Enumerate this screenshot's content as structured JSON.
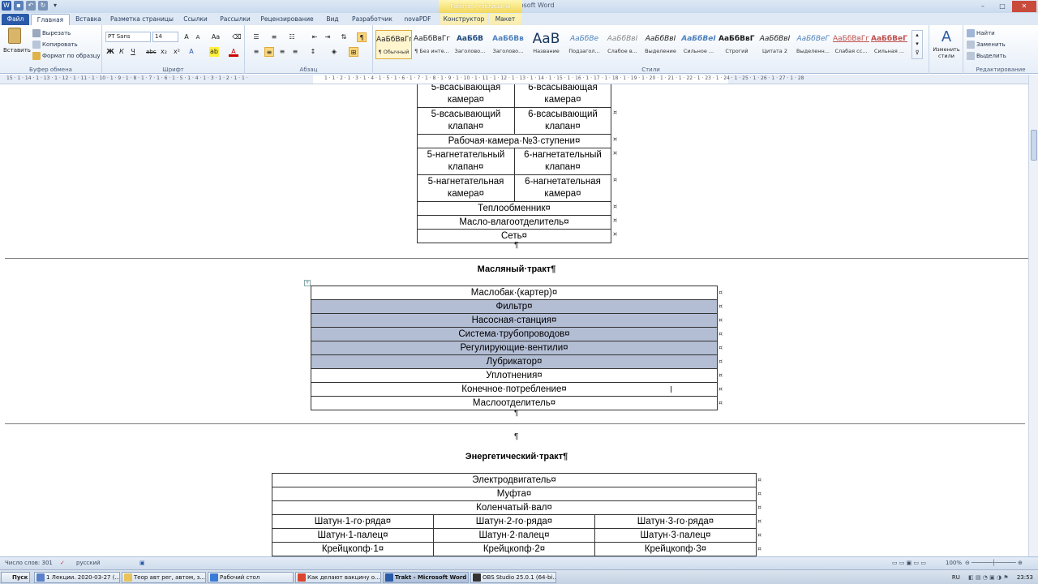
{
  "window": {
    "title": "Trakt - Microsoft Word",
    "context_tab_group": "Работа с таблицами",
    "buttons": [
      "–",
      "□",
      "✕"
    ]
  },
  "tabs": [
    {
      "label": "Файл"
    },
    {
      "label": "Главная"
    },
    {
      "label": "Вставка"
    },
    {
      "label": "Разметка страницы"
    },
    {
      "label": "Ссылки"
    },
    {
      "label": "Рассылки"
    },
    {
      "label": "Рецензирование"
    },
    {
      "label": "Вид"
    },
    {
      "label": "Разработчик"
    },
    {
      "label": "novaPDF"
    },
    {
      "label": "Конструктор"
    },
    {
      "label": "Макет"
    }
  ],
  "ribbon": {
    "clipboard": {
      "paste": "Вставить",
      "cut": "Вырезать",
      "copy": "Копировать",
      "format_painter": "Формат по образцу",
      "group": "Буфер обмена"
    },
    "font": {
      "name": "PT Sans",
      "size": "14",
      "group": "Шрифт"
    },
    "paragraph": {
      "group": "Абзац"
    },
    "styles": {
      "group": "Стили",
      "items": [
        {
          "sample": "АаБбВвГг,",
          "name": "¶ Обычный"
        },
        {
          "sample": "АаБбВвГг,",
          "name": "¶ Без инте..."
        },
        {
          "sample": "АаБбВ",
          "name": "Заголово..."
        },
        {
          "sample": "АаБбВв",
          "name": "Заголово..."
        },
        {
          "sample": "АаВ",
          "name": "Название"
        },
        {
          "sample": "АаБбВе",
          "name": "Подзагол..."
        },
        {
          "sample": "АаБбВвІ",
          "name": "Слабое в..."
        },
        {
          "sample": "АаБбВвІ",
          "name": "Выделение"
        },
        {
          "sample": "АаБбВеІ",
          "name": "Сильное ..."
        },
        {
          "sample": "АаБбВвГ,",
          "name": "Строгий"
        },
        {
          "sample": "АаБбВвІ",
          "name": "Цитата 2"
        },
        {
          "sample": "АаБбВеГ",
          "name": "Выделенн..."
        },
        {
          "sample": "АаБбВвГг",
          "name": "Слабая сс..."
        },
        {
          "sample": "АаБбВеГ,",
          "name": "Сильная ..."
        }
      ],
      "change_styles": "Изменить стили"
    },
    "editing": {
      "find": "Найти",
      "replace": "Заменить",
      "select": "Выделить",
      "group": "Редактирование"
    }
  },
  "document": {
    "top_table": {
      "rows": [
        [
          "5-всасывающая камера¤",
          "6-всасывающая камера¤"
        ],
        [
          "5-всасывающий клапан¤",
          "6-всасывающий клапан¤"
        ],
        [
          "Рабочая·камера·№3·ступени¤"
        ],
        [
          "5-нагнетательный клапан¤",
          "6-нагнетательный клапан¤"
        ],
        [
          "5-нагнетательная камера¤",
          "6-нагнетательная камера¤"
        ],
        [
          "Теплообменник¤"
        ],
        [
          "Масло-влагоотделитель¤"
        ],
        [
          "Сеть¤"
        ]
      ]
    },
    "oil_heading": "Масляный·тракт¶",
    "oil_table": {
      "rows": [
        {
          "text": "Маслобак·(картер)¤",
          "selected": false
        },
        {
          "text": "Фильтр¤",
          "selected": true
        },
        {
          "text": "Насосная·станция¤",
          "selected": true
        },
        {
          "text": "Система·трубопроводов¤",
          "selected": true
        },
        {
          "text": "Регулирующие·вентили¤",
          "selected": true
        },
        {
          "text": "Лубрикатор¤",
          "selected": true
        },
        {
          "text": "Уплотнения¤",
          "selected": false
        },
        {
          "text": "Конечное·потребление¤",
          "selected": false
        },
        {
          "text": "Маслоотделитель¤",
          "selected": false
        }
      ]
    },
    "energy_heading": "Энергетический·тракт¶",
    "energy_table": {
      "full_rows": [
        "Электродвигатель¤",
        "Муфта¤",
        "Коленчатый·вал¤"
      ],
      "split_rows": [
        [
          "Шатун·1-го·ряда¤",
          "Шатун·2-го·ряда¤",
          "Шатун·3-го·ряда¤"
        ],
        [
          "Шатун·1-палец¤",
          "Шатун·2·палец¤",
          "Шатун·3·палец¤"
        ],
        [
          "Крейцкопф·1¤",
          "Крейцкопф·2¤",
          "Крейцкопф·3¤"
        ]
      ]
    },
    "pilcrow": "¶",
    "cell_end": "¤"
  },
  "status": {
    "words": "Число слов: 301",
    "language": "русский",
    "zoom": "100%"
  },
  "taskbar": {
    "start": "Пуск",
    "items": [
      "1 Лекции. 2020-03-27 (...",
      "Теор авт рег, автом, з...",
      "Рабочий стол",
      "Как делают вакцину о...",
      "Trakt - Microsoft Word",
      "OBS Studio 25.0.1 (64-bi..."
    ],
    "lang": "RU",
    "time": "23:53"
  }
}
